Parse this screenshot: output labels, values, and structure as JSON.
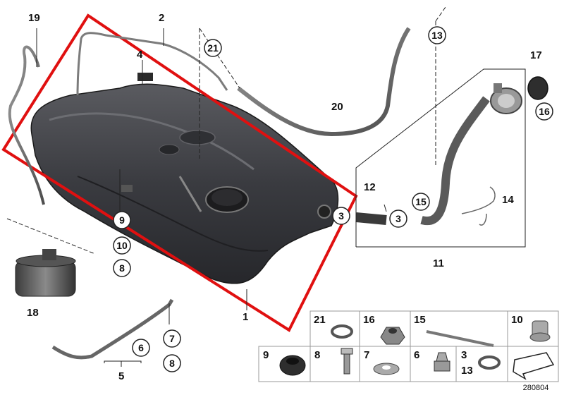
{
  "callouts": {
    "c1": "1",
    "c2": "2",
    "c3a": "3",
    "c3b": "3",
    "c4": "4",
    "c5": "5",
    "c6": "6",
    "c7": "7",
    "c8a": "8",
    "c8b": "8",
    "c9": "9",
    "c10": "10",
    "c11": "11",
    "c12": "12",
    "c13": "13",
    "c14": "14",
    "c15": "15",
    "c16": "16",
    "c17": "17",
    "c18": "18",
    "c19": "19",
    "c20": "20",
    "c21": "21"
  },
  "legend": {
    "r1": [
      "21",
      "16",
      "15",
      "10"
    ],
    "r2": [
      "9",
      "8",
      "7",
      "6",
      "3",
      "13"
    ]
  },
  "diagram_number": "280804",
  "colors": {
    "highlight": "#e01010",
    "tank": "#3a3a3e",
    "line": "#222222"
  }
}
